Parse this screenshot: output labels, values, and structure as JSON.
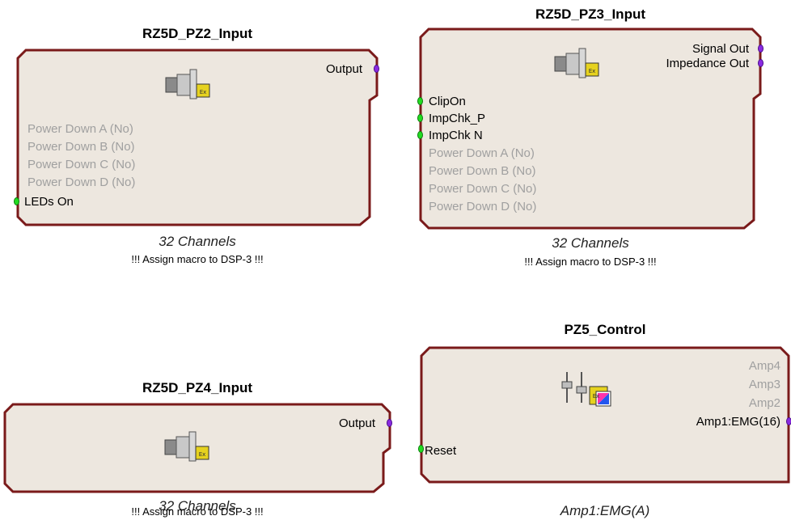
{
  "macros": {
    "pz2": {
      "title": "RZ5D_PZ2_Input",
      "outputs": [
        "Output"
      ],
      "disabled": [
        "Power Down A  (No)",
        "Power Down B  (No)",
        "Power Down C  (No)",
        "Power Down D  (No)"
      ],
      "inputs": [
        "LEDs On"
      ],
      "caption": "32 Channels",
      "warning": "!!! Assign macro to DSP-3 !!!",
      "icon": "connector-icon"
    },
    "pz3": {
      "title": "RZ5D_PZ3_Input",
      "outputs": [
        "Signal Out",
        "Impedance Out"
      ],
      "inputs": [
        "ClipOn",
        "ImpChk_P",
        "ImpChk N"
      ],
      "disabled": [
        "Power Down A  (No)",
        "Power Down B  (No)",
        "Power Down C  (No)",
        "Power Down D  (No)"
      ],
      "caption": "32 Channels",
      "warning": "!!! Assign macro to DSP-3 !!!",
      "icon": "connector-icon"
    },
    "pz4": {
      "title": "RZ5D_PZ4_Input",
      "outputs": [
        "Output"
      ],
      "caption": "32 Channels",
      "warning": "!!! Assign macro to DSP-3 !!!",
      "icon": "connector-icon"
    },
    "pz5": {
      "title": "PZ5_Control",
      "disabled": [
        "Amp4",
        "Amp3",
        "Amp2"
      ],
      "outputs": [
        "Amp1:EMG(16)"
      ],
      "inputs": [
        "Reset"
      ],
      "caption": "Amp1:EMG(A)",
      "icon": "slider-control-icon"
    }
  },
  "colors": {
    "body_fill": "#ede7df",
    "border": "#7a1a1a",
    "disabled_text": "#a0a0a0",
    "input_port": "#22dd22",
    "output_port": "#8a2be2"
  }
}
